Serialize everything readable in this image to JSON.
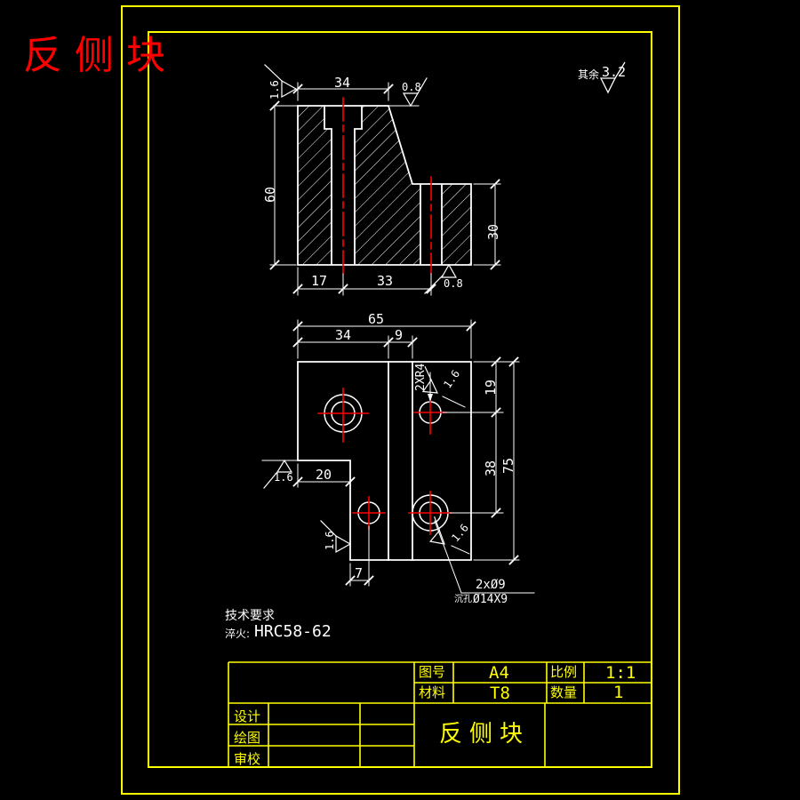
{
  "title": "反侧块",
  "general_finish": {
    "prefix": "其余",
    "value": "3.2"
  },
  "section_view": {
    "dim_top_width": "34",
    "dim_height": "60",
    "dim_step_height": "30",
    "dim_bottom_left": "17",
    "dim_bottom_right": "33",
    "finish_top_left": "1.6",
    "finish_top_right": "0.8",
    "finish_bottom": "0.8"
  },
  "plan_view": {
    "dim_total_width": "65",
    "dim_left_width": "34",
    "dim_mid_width": "9",
    "dim_hole_top": "19",
    "dim_hole_pitch": "38",
    "dim_total_height": "75",
    "dim_step_width": "20",
    "dim_hole_offset": "7",
    "note_radius": "2XR4",
    "note_holes": "2xØ9",
    "note_cb_prefix": "沉孔",
    "note_cb_value": "Ø14X9",
    "finish_step": "1.6",
    "finish_left_edge": "1.6",
    "finish_radius_hole": "1.6",
    "finish_cb_hole": "1.6"
  },
  "tech_requirements": {
    "heading": "技术要求",
    "item_prefix": "淬火:",
    "item_value": "HRC58-62"
  },
  "title_block": {
    "drawing_no_label": "图号",
    "drawing_no": "A4",
    "scale_label": "比例",
    "scale": "1:1",
    "material_label": "材料",
    "material": "T8",
    "quantity_label": "数量",
    "quantity": "1",
    "designer_label": "设计",
    "drafter_label": "绘图",
    "checker_label": "审校",
    "part_name": "反侧块"
  },
  "colors": {
    "line": "#ffffff",
    "frame": "#ffff00",
    "center": "#ff0000",
    "title": "#ff0000"
  }
}
